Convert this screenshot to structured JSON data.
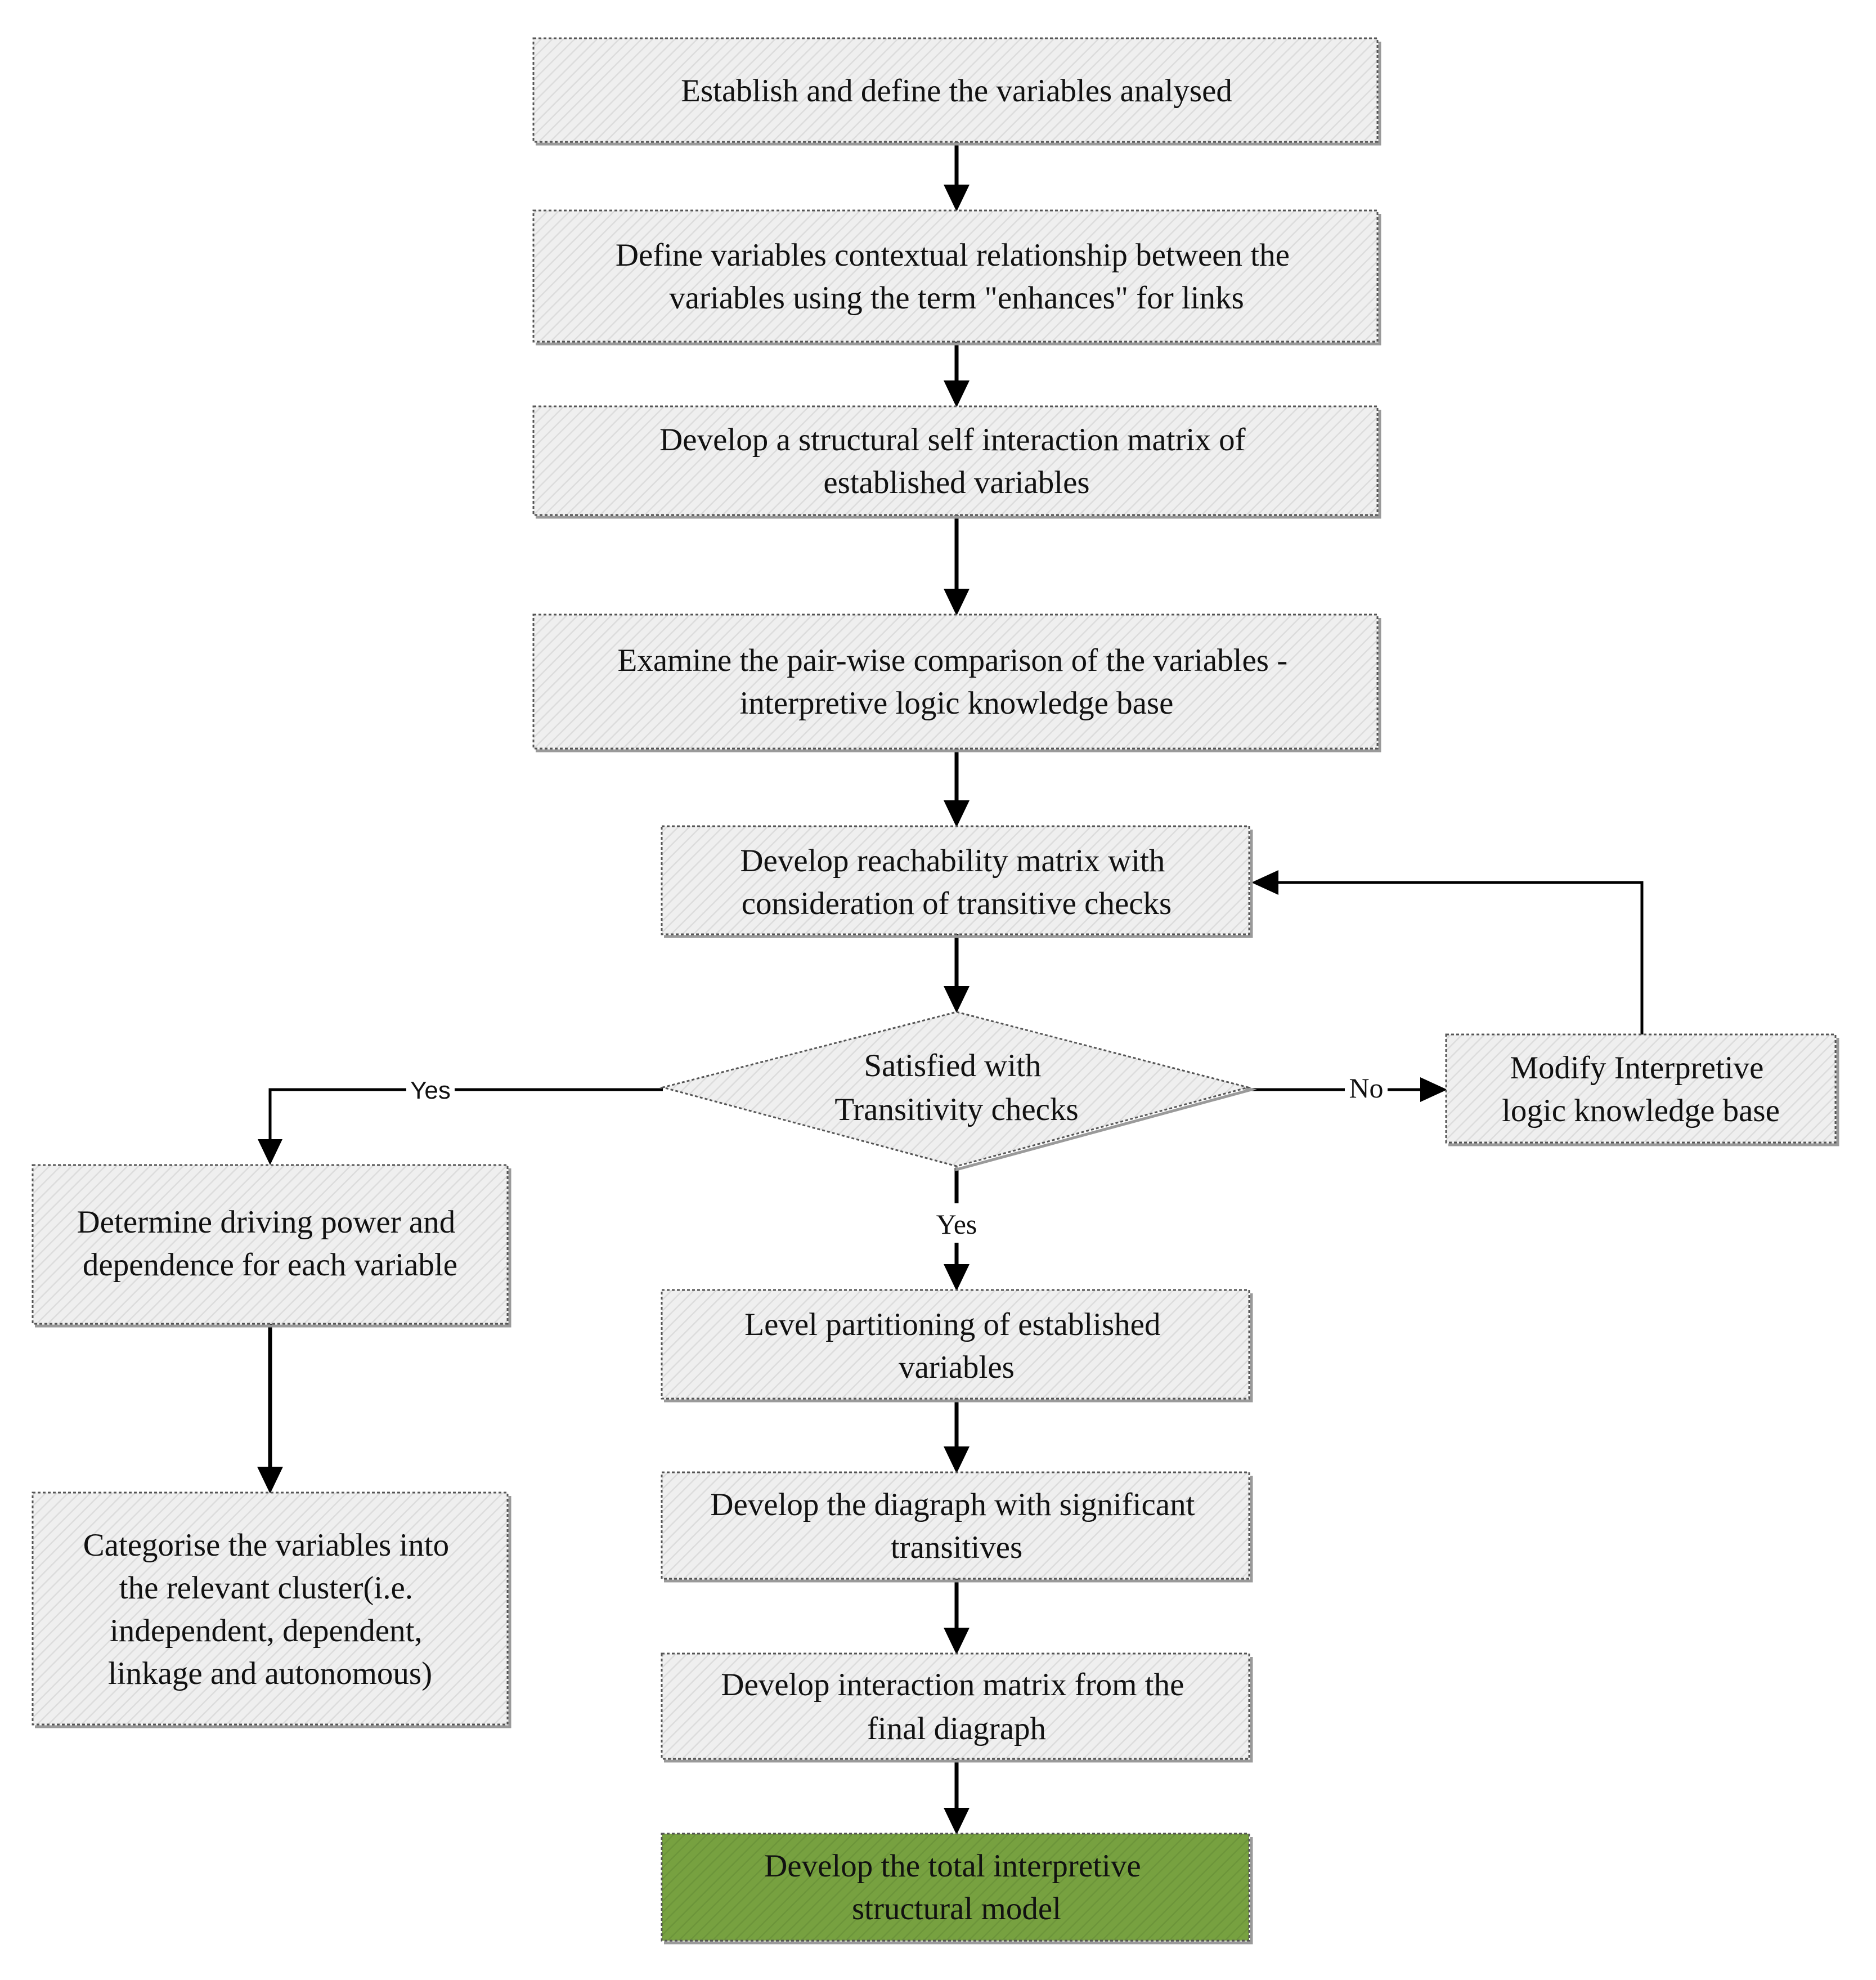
{
  "nodes": {
    "establish_variables": [
      "Establish and define the variables analysed"
    ],
    "define_relationship": [
      "Define  variables contextual relationship between the",
      "variables using the term \"enhances\" for links"
    ],
    "develop_ssim": [
      "Develop a structural self interaction matrix of",
      "established variables"
    ],
    "examine_pairwise": [
      "Examine the pair-wise comparison of the variables -",
      "interpretive logic knowledge base"
    ],
    "reachability_matrix": [
      "Develop reachability matrix with",
      "consideration of transitive checks"
    ],
    "transitivity_decision": [
      "Satisfied with",
      "Transitivity checks"
    ],
    "modify_knowledge_base": [
      "Modify Interpretive",
      "logic knowledge base"
    ],
    "driving_power": [
      "Determine driving power and",
      "dependence for each variable"
    ],
    "categorise_variables": [
      "Categorise the variables into",
      "the relevant cluster(i.e.",
      "independent, dependent,",
      "linkage and autonomous)"
    ],
    "level_partitioning": [
      "Level partitioning of established",
      "variables"
    ],
    "develop_diagraph": [
      "Develop the diagraph with significant",
      "transitives"
    ],
    "interaction_matrix": [
      "Develop  interaction matrix from the",
      "final diagraph"
    ],
    "tism_model": [
      "Develop the total interpretive",
      "structural model"
    ]
  },
  "edge_labels": {
    "yes_left": "Yes",
    "no_right": "No",
    "yes_down": "Yes"
  },
  "colors": {
    "box_fill": "#efefef",
    "box_hatch": "#dcdcdc",
    "final_fill": "#77a140",
    "final_stroke": "#4f7a24",
    "arrow": "#000000"
  }
}
